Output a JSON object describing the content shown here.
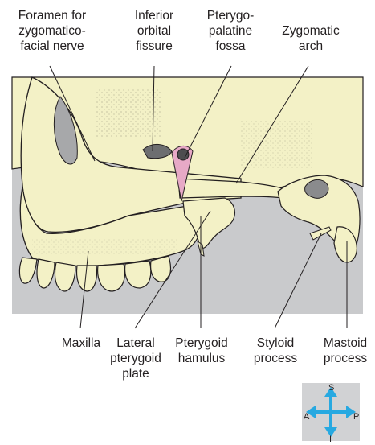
{
  "top_labels": [
    {
      "id": "zygomaticofacial",
      "text": "Foramen for\nzygomatico-\nfacial nerve"
    },
    {
      "id": "inferior-orbital",
      "text": "Inferior\norbital\nfissure"
    },
    {
      "id": "pterygopalatine",
      "text": "Pterygo-\npalatine\nfossa"
    },
    {
      "id": "zygomatic-arch",
      "text": "Zygomatic\narch"
    }
  ],
  "bottom_labels": [
    {
      "id": "maxilla",
      "text": "Maxilla"
    },
    {
      "id": "lateral-pterygoid",
      "text": "Lateral\npterygoid\nplate"
    },
    {
      "id": "pterygoid-hamulus",
      "text": "Pterygoid\nhamulus"
    },
    {
      "id": "styloid",
      "text": "Styloid\nprocess"
    },
    {
      "id": "mastoid",
      "text": "Mastoid\nprocess"
    }
  ],
  "compass": {
    "superior": "S",
    "inferior": "I",
    "anterior": "A",
    "posterior": "P"
  },
  "colors": {
    "background_panel": "#c9cacc",
    "bone": "#f3f1c6",
    "outline": "#231f20",
    "fossa_highlight": "#e7a9c6",
    "compass_box": "#d1d2d4",
    "compass_arrow": "#27a9e1"
  }
}
